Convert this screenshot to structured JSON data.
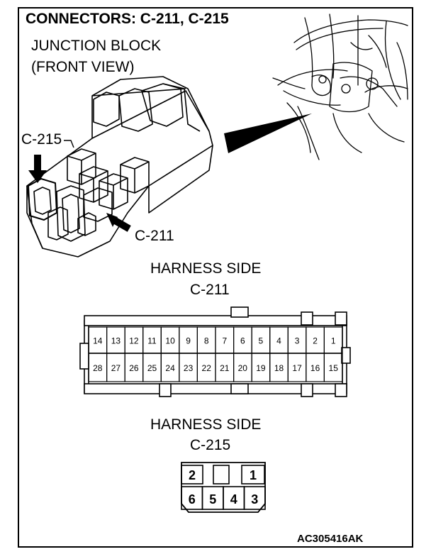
{
  "title": "CONNECTORS: C-211, C-215",
  "junction_block": {
    "line1": "JUNCTION BLOCK",
    "line2": "(FRONT VIEW)",
    "callout_c215": "C-215",
    "callout_c211": "C-211"
  },
  "connector_c211": {
    "heading": "HARNESS SIDE",
    "name": "C-211",
    "top_row": [
      "14",
      "13",
      "12",
      "11",
      "10",
      "9",
      "8",
      "7",
      "6",
      "5",
      "4",
      "3",
      "2",
      "1"
    ],
    "bottom_row": [
      "28",
      "27",
      "26",
      "25",
      "24",
      "23",
      "22",
      "21",
      "20",
      "19",
      "18",
      "17",
      "16",
      "15"
    ]
  },
  "connector_c215": {
    "heading": "HARNESS SIDE",
    "name": "C-215",
    "top_row": [
      "2",
      "",
      "1"
    ],
    "bottom_row": [
      "6",
      "5",
      "4",
      "3"
    ]
  },
  "figure_code": "AC305416AK"
}
